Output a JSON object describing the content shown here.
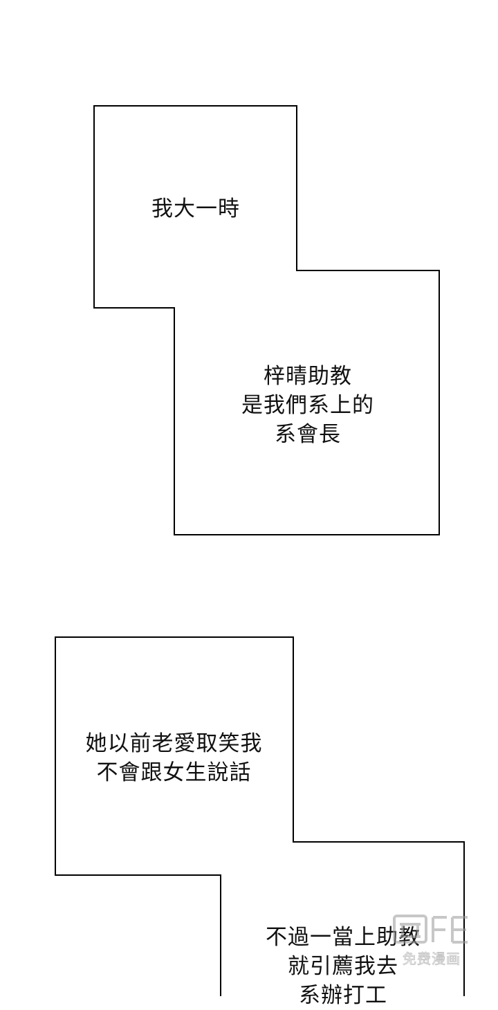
{
  "panels": [
    {
      "captions": [
        {
          "lines": [
            "我大一時"
          ]
        },
        {
          "lines": [
            "梓晴助教",
            "是我們系上的",
            "系會長"
          ]
        }
      ]
    },
    {
      "captions": [
        {
          "lines": [
            "她以前老愛取笑我",
            "不會跟女生說話"
          ]
        },
        {
          "lines": [
            "不過一當上助教",
            "就引薦我去",
            "系辦打工"
          ]
        }
      ]
    }
  ],
  "watermark": {
    "text": "免费漫画"
  }
}
